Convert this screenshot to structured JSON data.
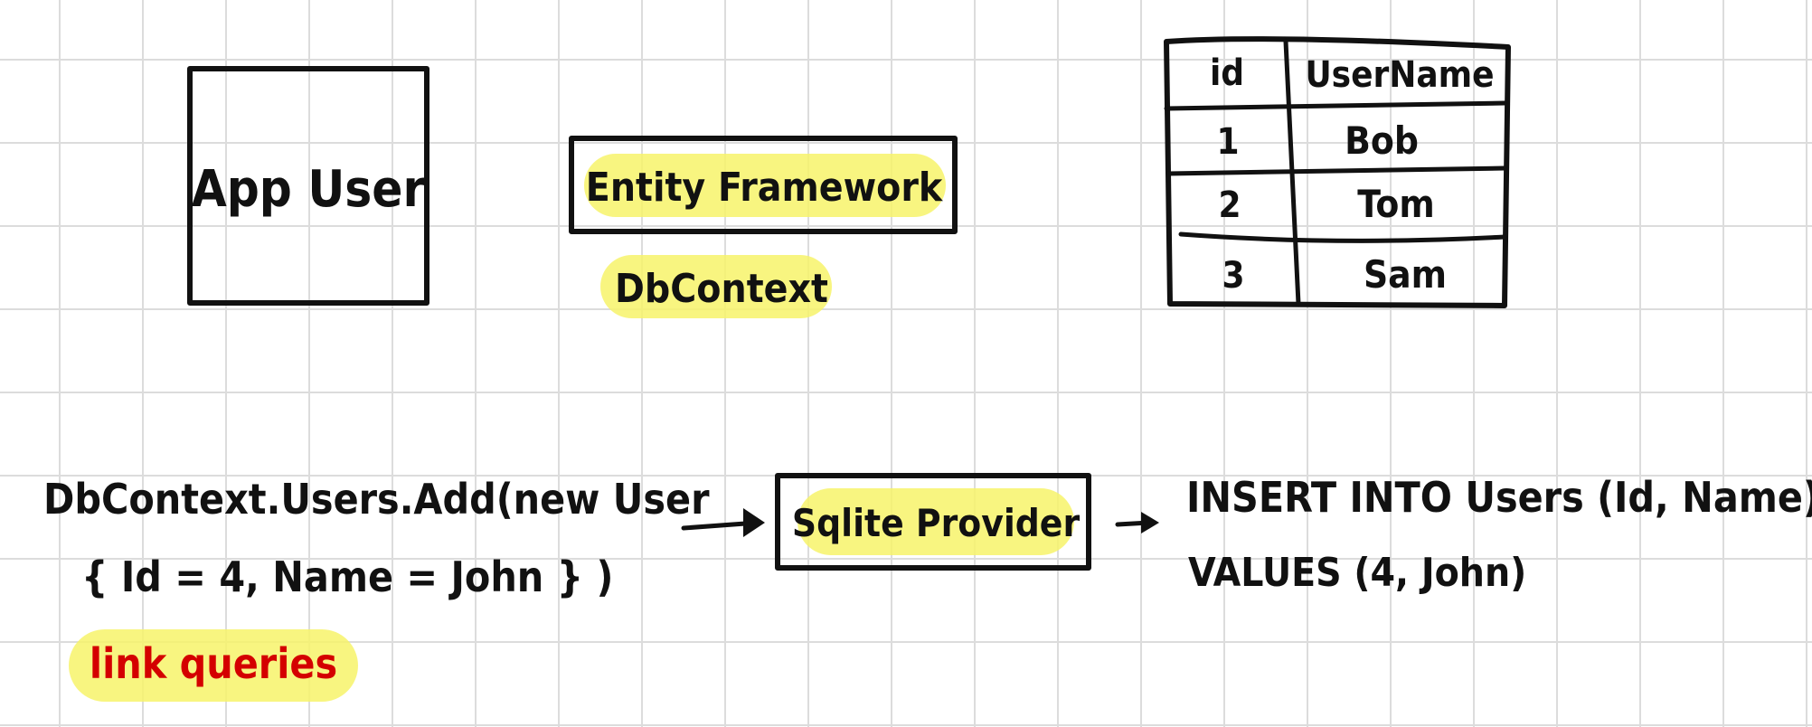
{
  "colors": {
    "ink": "#111111",
    "highlight": "#f7f36a",
    "accent_red": "#d40000",
    "grid": "#dcdcdc"
  },
  "app_user_box": {
    "label": "App User"
  },
  "entity_framework": {
    "label": "Entity Framework"
  },
  "dbcontext": {
    "label": "DbContext"
  },
  "users_table": {
    "headers": [
      "id",
      "UserName"
    ],
    "rows": [
      [
        "1",
        "Bob"
      ],
      [
        "2",
        "Tom"
      ],
      [
        "3",
        "Sam"
      ]
    ]
  },
  "code_snippet": {
    "line1": "DbContext.Users.Add(new User",
    "line2": "{ Id = 4,  Name = John } )"
  },
  "linq_note": {
    "label": "link queries"
  },
  "sqlite_provider": {
    "label": "Sqlite Provider"
  },
  "sql_output": {
    "line1": "INSERT  INTO  Users (Id, Name)",
    "line2": "VALUES (4, John)"
  },
  "icons": {
    "arrow_to_provider": "arrow-right-icon",
    "arrow_to_sql": "arrow-right-icon"
  }
}
